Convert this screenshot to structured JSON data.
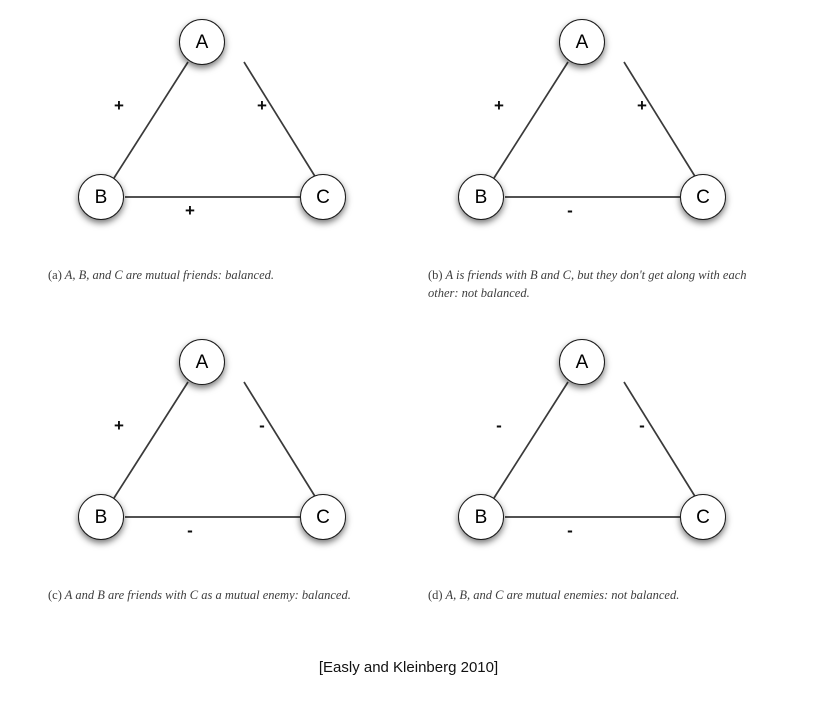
{
  "figure": {
    "citation": "[Easly and Kleinberg 2010]",
    "background_color": "#ffffff",
    "node_stroke_color": "#1a1a1a",
    "edge_color": "#3a3a3a",
    "caption_color": "#3d3d3d"
  },
  "panels": [
    {
      "id": "a",
      "tag": "(a)",
      "caption": "A, B, and C are mutual friends: balanced.",
      "nodes": {
        "a": "A",
        "b": "B",
        "c": "C"
      },
      "edges": {
        "ab": "+",
        "ac": "+",
        "bc": "+"
      }
    },
    {
      "id": "b",
      "tag": "(b)",
      "caption": "A is friends with B and C, but they don't get along with each other: not balanced.",
      "nodes": {
        "a": "A",
        "b": "B",
        "c": "C"
      },
      "edges": {
        "ab": "+",
        "ac": "+",
        "bc": "-"
      }
    },
    {
      "id": "c",
      "tag": "(c)",
      "caption": "A and B are friends with C as a mutual enemy: balanced.",
      "nodes": {
        "a": "A",
        "b": "B",
        "c": "C"
      },
      "edges": {
        "ab": "+",
        "ac": "-",
        "bc": "-"
      }
    },
    {
      "id": "d",
      "tag": "(d)",
      "caption": "A, B, and C are mutual enemies: not balanced.",
      "nodes": {
        "a": "A",
        "b": "B",
        "c": "C"
      },
      "edges": {
        "ab": "-",
        "ac": "-",
        "bc": "-"
      }
    }
  ]
}
